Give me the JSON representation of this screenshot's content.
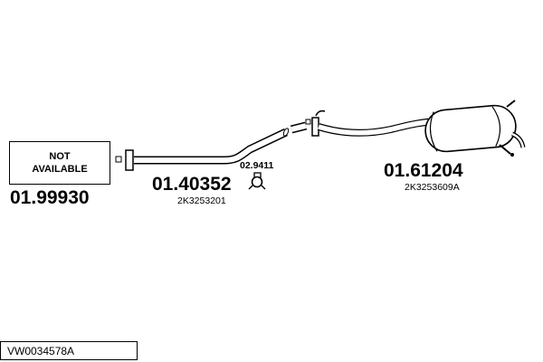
{
  "page": {
    "background_color": "#ffffff",
    "line_color": "#000000"
  },
  "parts": {
    "left": {
      "availability": [
        "NOT",
        "AVAILABLE"
      ],
      "part_number": "01.99930"
    },
    "middle": {
      "part_number": "01.40352",
      "oem_number": "2K3253201",
      "clamp": {
        "part_number": "02.9411",
        "icon": "clamp-icon"
      }
    },
    "rear": {
      "part_number": "01.61204",
      "oem_number": "2K3253609A"
    }
  },
  "footer": {
    "reference": "VW0034578A"
  }
}
